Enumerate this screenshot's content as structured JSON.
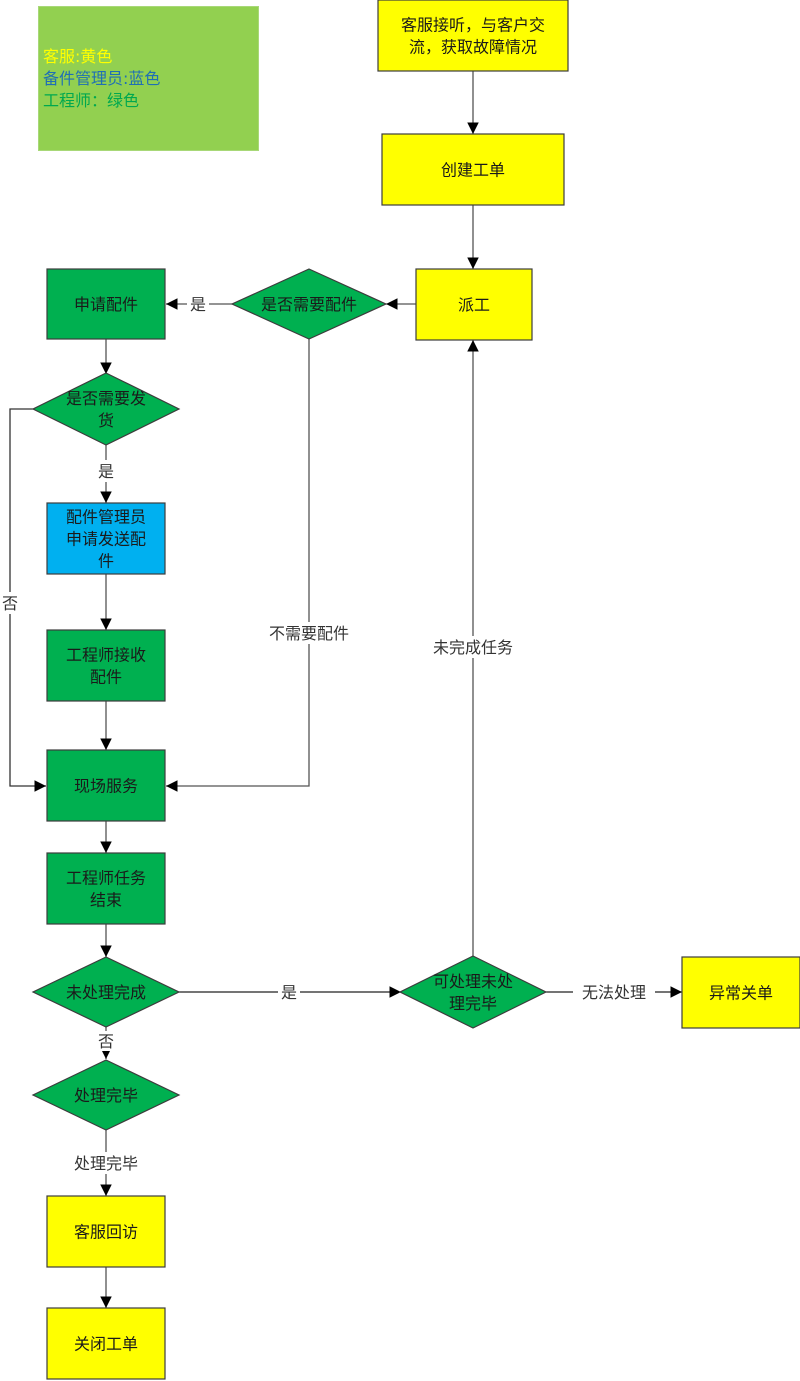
{
  "legend": {
    "background": "#92d050",
    "items": [
      {
        "text": "客服:黄色",
        "color": "#ffff00"
      },
      {
        "text": "备件管理员:蓝色",
        "color": "#1f6fb5"
      },
      {
        "text": "工程师：绿色",
        "color": "#00a84f"
      }
    ]
  },
  "colors": {
    "customer_service": "#ffff00",
    "parts_manager": "#00b0f0",
    "engineer": "#00b050",
    "node_border": "#3c3c3c",
    "line": "#555555"
  },
  "nodes": {
    "receive_call": {
      "lines": [
        "客服接听，与客户交",
        "流，获取故障情况"
      ]
    },
    "create_ticket": {
      "lines": [
        "创建工单"
      ]
    },
    "dispatch": {
      "lines": [
        "派工"
      ]
    },
    "need_parts": {
      "lines": [
        "是否需要配件"
      ]
    },
    "apply_parts": {
      "lines": [
        "申请配件"
      ]
    },
    "need_shipping": {
      "lines": [
        "是否需要发",
        "货"
      ]
    },
    "parts_manager_send": {
      "lines": [
        "配件管理员",
        "申请发送配",
        "件"
      ]
    },
    "engineer_receive": {
      "lines": [
        "工程师接收",
        "配件"
      ]
    },
    "onsite_service": {
      "lines": [
        "现场服务"
      ]
    },
    "engineer_task_end": {
      "lines": [
        "工程师任务",
        "结束"
      ]
    },
    "not_completed": {
      "lines": [
        "未处理完成"
      ]
    },
    "can_handle_unfinished": {
      "lines": [
        "可处理未处",
        "理完毕"
      ]
    },
    "abnormal_close": {
      "lines": [
        "异常关单"
      ]
    },
    "handling_done": {
      "lines": [
        "处理完毕"
      ]
    },
    "customer_callback": {
      "lines": [
        "客服回访"
      ]
    },
    "close_ticket": {
      "lines": [
        "关闭工单"
      ]
    }
  },
  "edge_labels": {
    "yes_apply": "是",
    "no_parts_needed": "不需要配件",
    "yes_ship": "是",
    "no_ship": "否",
    "task_unfinished": "未完成任务",
    "yes_unfinished": "是",
    "cannot_handle": "无法处理",
    "no_done": "否",
    "handling_done": "处理完毕"
  }
}
